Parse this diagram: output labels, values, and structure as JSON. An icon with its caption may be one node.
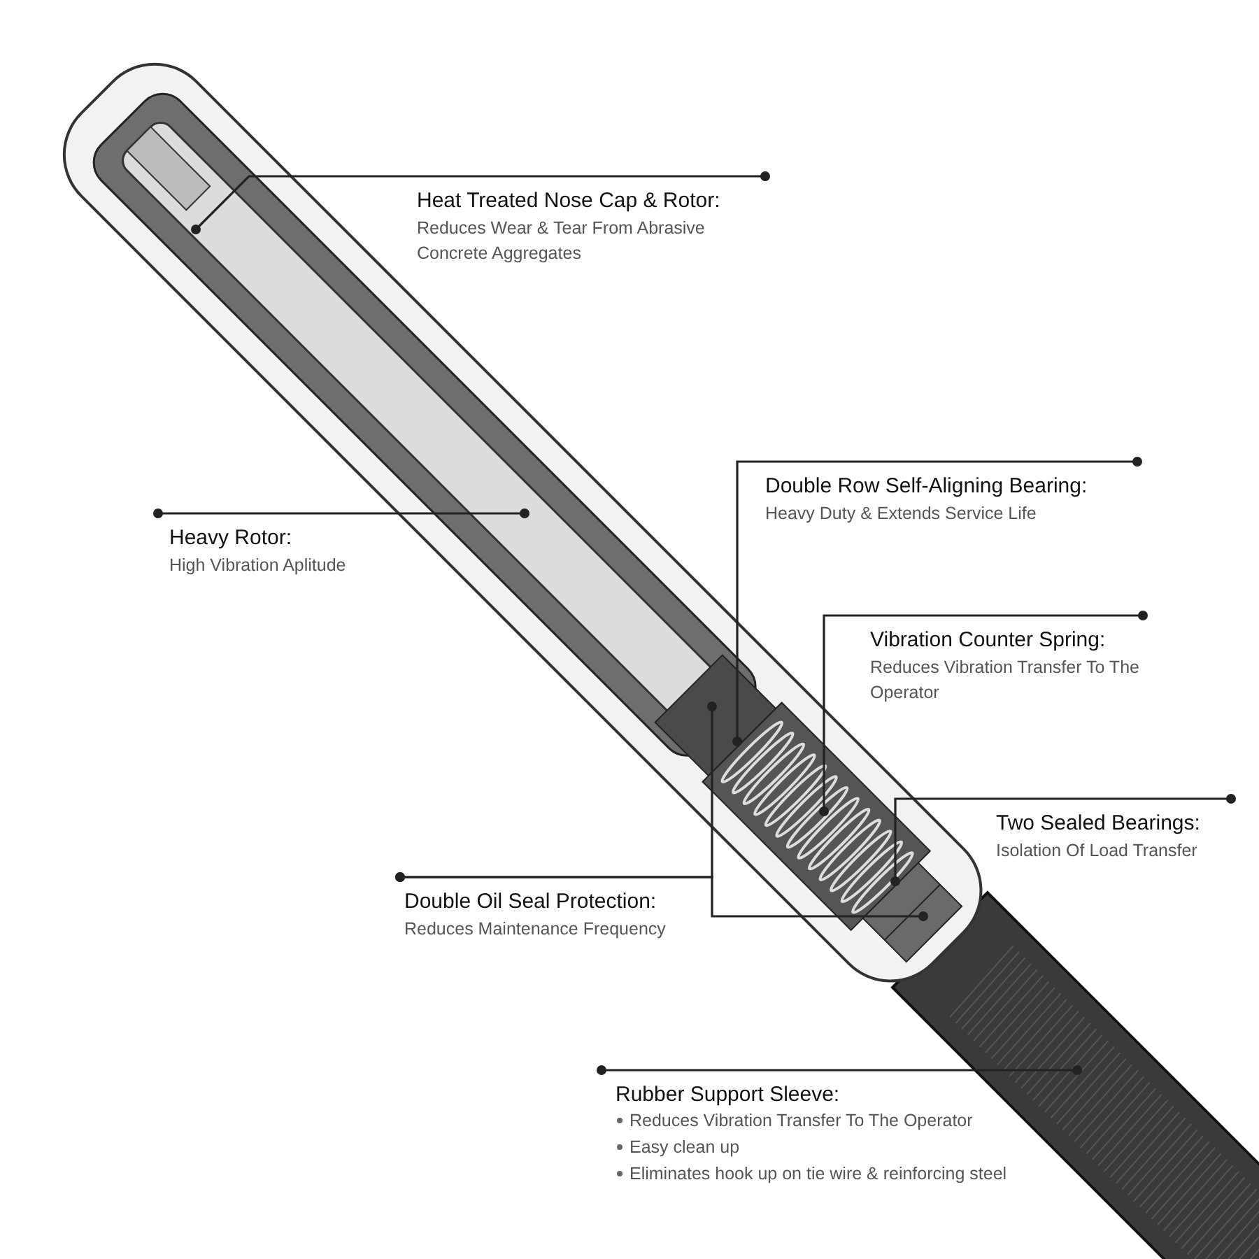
{
  "diagram": {
    "nodes": [
      {
        "text": [
          "Heat Treated Nose Cap & Rotor:",
          "Reduces Wear & Tear From Abrasive Concrete Aggregates"
        ]
      },
      {
        "text": [
          "Heavy Rotor:",
          "High Vibration Aplitude"
        ]
      },
      {
        "text": [
          "Double Row Self-Aligning Bearing:",
          "Heavy Duty & Extends Service Life"
        ]
      },
      {
        "text": [
          "Vibration Counter Spring:",
          "Reduces Vibration Transfer To The Operator"
        ]
      },
      {
        "text": [
          "Two Sealed Bearings:",
          "Isolation Of Load Transfer"
        ]
      },
      {
        "text": [
          "Double Oil Seal Protection:",
          "Reduces Maintenance Frequency"
        ]
      },
      {
        "text": [
          "Rubber Support Sleeve:",
          "Reduces Vibration Transfer To The Operator",
          "Easy clean up",
          "Eliminates hook up on tie wire & reinforcing steel"
        ]
      }
    ],
    "edges": [
      {
        "from": 0,
        "to": null,
        "arrow": "other"
      },
      {
        "from": 1,
        "to": null,
        "arrow": "other"
      },
      {
        "from": 2,
        "to": null,
        "arrow": "other"
      },
      {
        "from": 3,
        "to": null,
        "arrow": "other"
      },
      {
        "from": 4,
        "to": null,
        "arrow": "other"
      },
      {
        "from": 5,
        "to": null,
        "arrow": "other"
      },
      {
        "from": 5,
        "to": null,
        "arrow": "other"
      },
      {
        "from": 6,
        "to": null,
        "arrow": "other"
      }
    ]
  }
}
